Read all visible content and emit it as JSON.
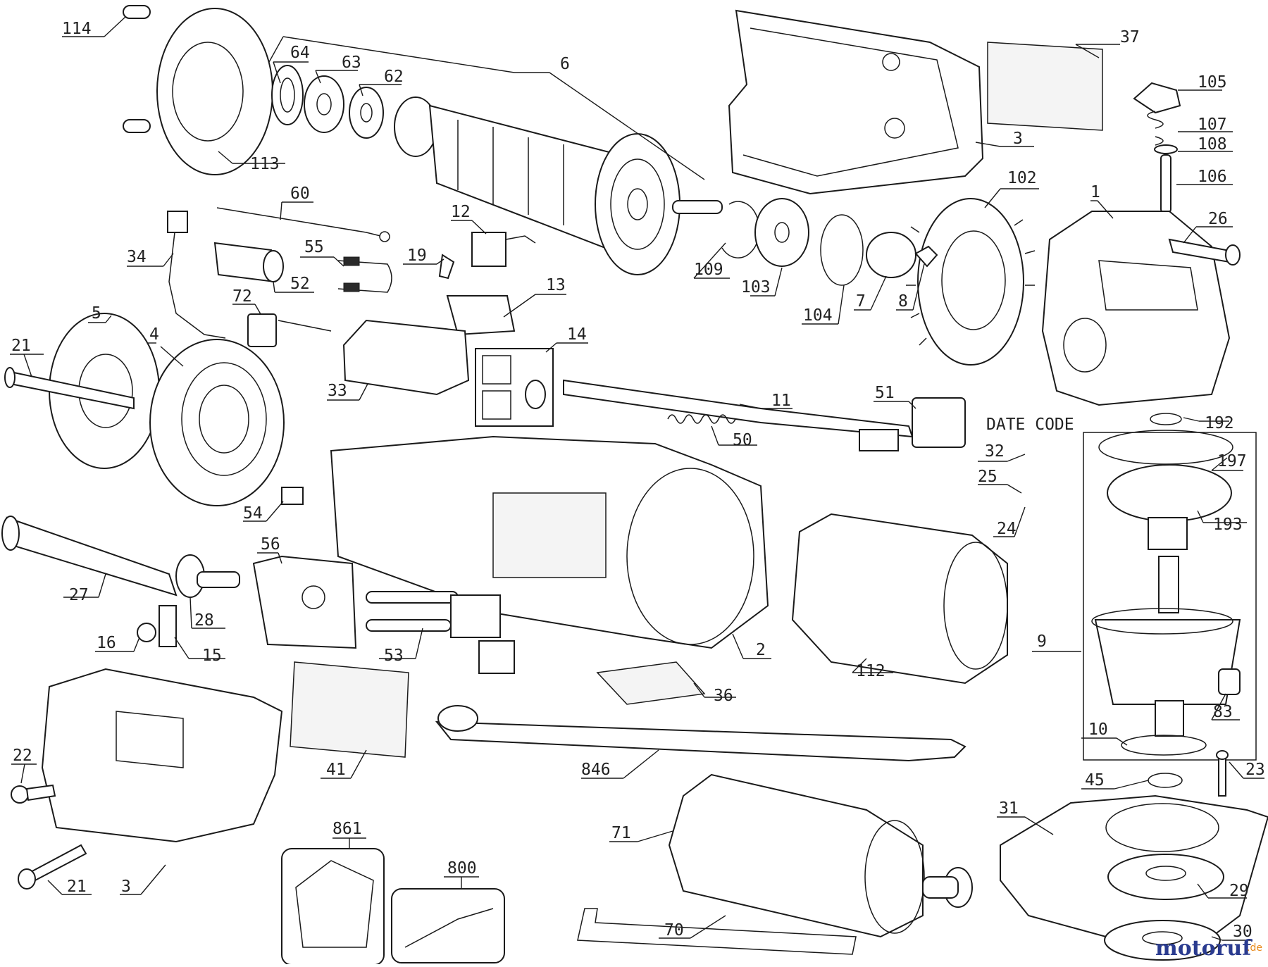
{
  "labels": [
    {
      "id": "114",
      "text": "114"
    },
    {
      "id": "113",
      "text": "113"
    },
    {
      "id": "64",
      "text": "64"
    },
    {
      "id": "63",
      "text": "63"
    },
    {
      "id": "62",
      "text": "62"
    },
    {
      "id": "6",
      "text": "6"
    },
    {
      "id": "37",
      "text": "37"
    },
    {
      "id": "3top",
      "text": "3"
    },
    {
      "id": "105",
      "text": "105"
    },
    {
      "id": "107",
      "text": "107"
    },
    {
      "id": "108",
      "text": "108"
    },
    {
      "id": "106",
      "text": "106"
    },
    {
      "id": "102",
      "text": "102"
    },
    {
      "id": "1",
      "text": "1"
    },
    {
      "id": "26",
      "text": "26"
    },
    {
      "id": "60",
      "text": "60"
    },
    {
      "id": "12",
      "text": "12"
    },
    {
      "id": "34",
      "text": "34"
    },
    {
      "id": "55",
      "text": "55"
    },
    {
      "id": "19",
      "text": "19"
    },
    {
      "id": "52",
      "text": "52"
    },
    {
      "id": "13",
      "text": "13"
    },
    {
      "id": "109",
      "text": "109"
    },
    {
      "id": "103",
      "text": "103"
    },
    {
      "id": "104",
      "text": "104"
    },
    {
      "id": "7",
      "text": "7"
    },
    {
      "id": "8",
      "text": "8"
    },
    {
      "id": "72",
      "text": "72"
    },
    {
      "id": "5",
      "text": "5"
    },
    {
      "id": "14",
      "text": "14"
    },
    {
      "id": "21a",
      "text": "21"
    },
    {
      "id": "4",
      "text": "4"
    },
    {
      "id": "33",
      "text": "33"
    },
    {
      "id": "11",
      "text": "11"
    },
    {
      "id": "51",
      "text": "51"
    },
    {
      "id": "date",
      "text": "DATE CODE"
    },
    {
      "id": "192",
      "text": "192"
    },
    {
      "id": "50",
      "text": "50"
    },
    {
      "id": "197",
      "text": "197"
    },
    {
      "id": "32",
      "text": "32"
    },
    {
      "id": "25",
      "text": "25"
    },
    {
      "id": "193",
      "text": "193"
    },
    {
      "id": "54",
      "text": "54"
    },
    {
      "id": "24",
      "text": "24"
    },
    {
      "id": "56",
      "text": "56"
    },
    {
      "id": "27",
      "text": "27"
    },
    {
      "id": "28",
      "text": "28"
    },
    {
      "id": "9",
      "text": "9"
    },
    {
      "id": "16",
      "text": "16"
    },
    {
      "id": "15",
      "text": "15"
    },
    {
      "id": "53",
      "text": "53"
    },
    {
      "id": "2",
      "text": "2"
    },
    {
      "id": "112",
      "text": "112"
    },
    {
      "id": "36",
      "text": "36"
    },
    {
      "id": "83",
      "text": "83"
    },
    {
      "id": "10",
      "text": "10"
    },
    {
      "id": "22",
      "text": "22"
    },
    {
      "id": "41",
      "text": "41"
    },
    {
      "id": "846",
      "text": "846"
    },
    {
      "id": "45",
      "text": "45"
    },
    {
      "id": "23",
      "text": "23"
    },
    {
      "id": "31",
      "text": "31"
    },
    {
      "id": "861",
      "text": "861"
    },
    {
      "id": "71",
      "text": "71"
    },
    {
      "id": "800",
      "text": "800"
    },
    {
      "id": "21b",
      "text": "21"
    },
    {
      "id": "3bot",
      "text": "3"
    },
    {
      "id": "29",
      "text": "29"
    },
    {
      "id": "70",
      "text": "70"
    },
    {
      "id": "30",
      "text": "30"
    }
  ],
  "watermark": {
    "brand": "motoruf",
    "suffix": ".de"
  },
  "colors": {
    "line": "#1a1a1a",
    "background": "#ffffff",
    "watermark_blue": "#2a3b8f",
    "watermark_orange": "#e8891a"
  }
}
